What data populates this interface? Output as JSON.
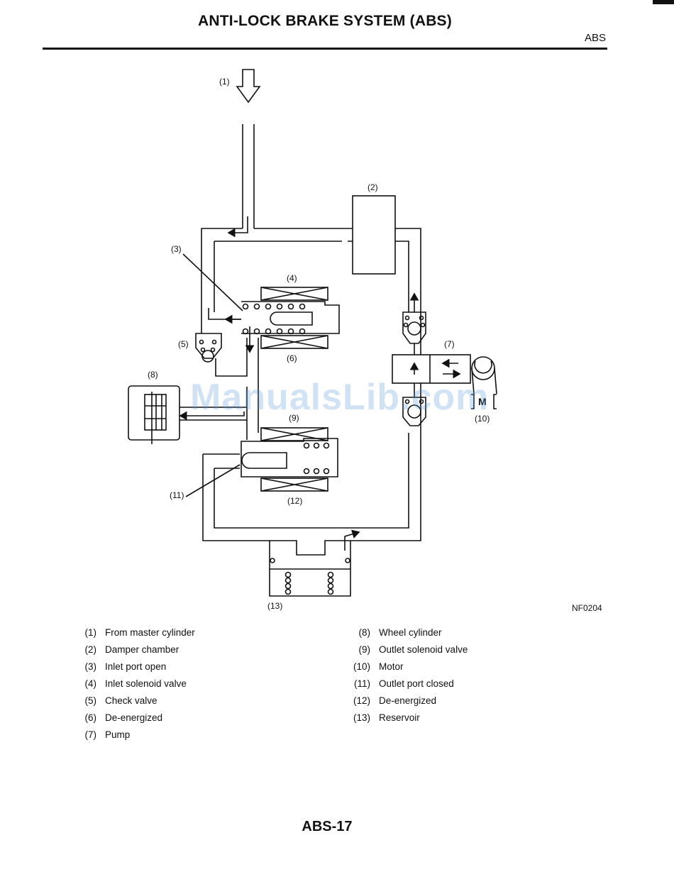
{
  "header": {
    "title": "ANTI-LOCK BRAKE SYSTEM (ABS)",
    "section": "ABS"
  },
  "diagram": {
    "figure_code": "NF0204",
    "watermark": "ManualsLib.com",
    "callouts": [
      "(1)",
      "(2)",
      "(3)",
      "(4)",
      "(5)",
      "(6)",
      "(7)",
      "(8)",
      "(9)",
      "(10)",
      "(11)",
      "(12)",
      "(13)"
    ],
    "motor_label": "M"
  },
  "legend": {
    "left": [
      {
        "num": "(1)",
        "text": "From master cylinder"
      },
      {
        "num": "(2)",
        "text": "Damper chamber"
      },
      {
        "num": "(3)",
        "text": "Inlet port open"
      },
      {
        "num": "(4)",
        "text": "Inlet solenoid valve"
      },
      {
        "num": "(5)",
        "text": "Check valve"
      },
      {
        "num": "(6)",
        "text": "De-energized"
      },
      {
        "num": "(7)",
        "text": "Pump"
      }
    ],
    "right": [
      {
        "num": "(8)",
        "text": "Wheel cylinder"
      },
      {
        "num": "(9)",
        "text": "Outlet solenoid valve"
      },
      {
        "num": "(10)",
        "text": "Motor"
      },
      {
        "num": "(11)",
        "text": "Outlet port closed"
      },
      {
        "num": "(12)",
        "text": "De-energized"
      },
      {
        "num": "(13)",
        "text": "Reservoir"
      }
    ]
  },
  "footer": {
    "page_number": "ABS-17"
  }
}
